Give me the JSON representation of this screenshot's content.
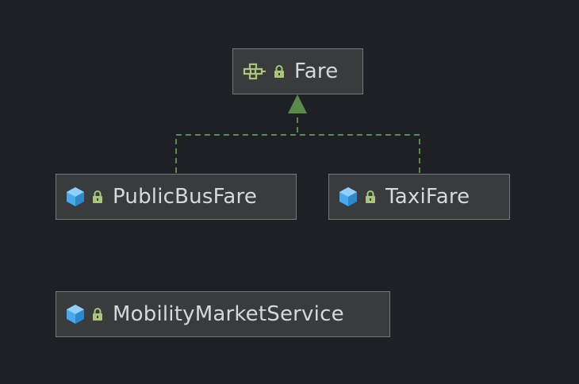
{
  "diagram": {
    "nodes": [
      {
        "id": "fare",
        "label": "Fare",
        "kind": "interface-icon",
        "lock": "lock-icon"
      },
      {
        "id": "publicbus",
        "label": "PublicBusFare",
        "kind": "class-icon",
        "lock": "lock-icon"
      },
      {
        "id": "taxi",
        "label": "TaxiFare",
        "kind": "class-icon",
        "lock": "lock-icon"
      },
      {
        "id": "mobility",
        "label": "MobilityMarketService",
        "kind": "class-icon",
        "lock": "lock-icon"
      }
    ],
    "edges": [
      {
        "from": "publicbus",
        "to": "fare",
        "style": "dashed",
        "relation": "implements"
      },
      {
        "from": "taxi",
        "to": "fare",
        "style": "dashed",
        "relation": "implements"
      }
    ],
    "colors": {
      "background": "#1f2025",
      "node_fill": "#3a3b3d",
      "node_border": "#74777d",
      "text": "#d6d8dc",
      "edge": "#5a8a47",
      "class_icon": "#4aa8ec",
      "interface_icon": "#a9c77a",
      "lock_icon": "#a9c77a"
    }
  }
}
